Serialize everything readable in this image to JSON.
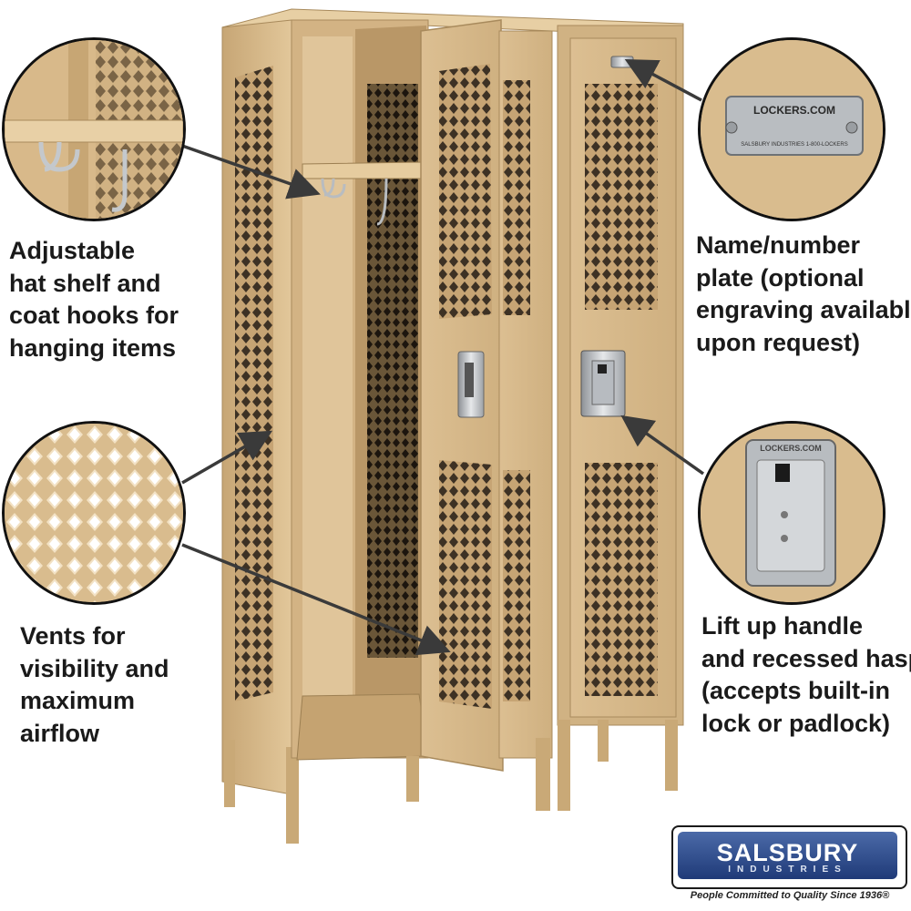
{
  "callouts": {
    "shelf": {
      "lines": [
        "Adjustable",
        "hat shelf and",
        "coat hooks for",
        "hanging items"
      ]
    },
    "vents": {
      "lines": [
        "Vents for",
        "visibility and",
        "maximum",
        "airflow"
      ]
    },
    "plate": {
      "lines": [
        "Name/number",
        "plate (optional",
        "engraving available",
        "upon request)"
      ]
    },
    "handle": {
      "lines": [
        "Lift up handle",
        "and recessed hasp",
        "(accepts built-in",
        "lock or padlock)"
      ]
    }
  },
  "zoom_labels": {
    "plate_top": "LOCKERS.COM",
    "plate_bottom": "SALSBURY INDUSTRIES   1-800-LOCKERS",
    "hasp_label": "LOCKERS.COM"
  },
  "brand": {
    "name": "SALSBURY",
    "sub": "INDUSTRIES",
    "tagline": "People Committed to Quality Since 1936®"
  },
  "colors": {
    "locker_tan": "#d8b98a",
    "locker_shadow": "#a88a5c",
    "brand_blue": "#2c4a8c",
    "arrow": "#3a3a3a"
  }
}
